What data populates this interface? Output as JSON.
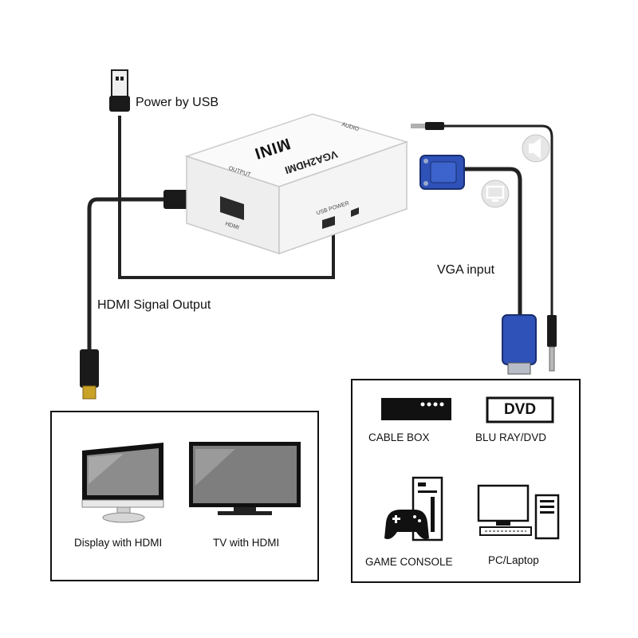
{
  "labels": {
    "power": "Power by USB",
    "hdmi_output": "HDMI Signal Output",
    "vga_input": "VGA input"
  },
  "device": {
    "brand": "MINI",
    "model": "VGA2HDMI",
    "port_usb": "USB POWER",
    "port_hdmi": "HDMI",
    "port_output": "OUTPUT",
    "port_audio": "AUDIO"
  },
  "output_devices": [
    {
      "label": "Display with HDMI"
    },
    {
      "label": "TV with HDMI"
    }
  ],
  "input_devices": [
    {
      "label": "CABLE BOX"
    },
    {
      "label": "BLU RAY/DVD",
      "badge": "DVD"
    },
    {
      "label": "GAME CONSOLE"
    },
    {
      "label": "PC/Laptop"
    }
  ],
  "colors": {
    "cable": "#222222",
    "vga_blue": "#2f52b8",
    "hdmi_gold": "#c9a227",
    "device_body": "#f4f4f4"
  }
}
